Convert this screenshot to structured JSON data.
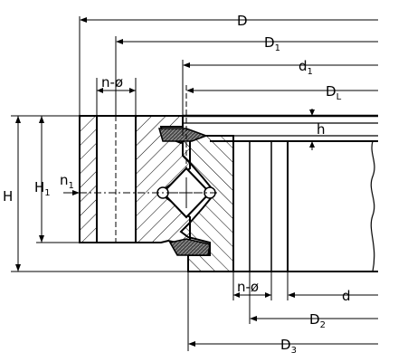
{
  "labels": {
    "D": {
      "main": "D",
      "sub": ""
    },
    "D1": {
      "main": "D",
      "sub": "1"
    },
    "d1": {
      "main": "d",
      "sub": "1"
    },
    "DL": {
      "main": "D",
      "sub": "L"
    },
    "h": {
      "main": "h",
      "sub": ""
    },
    "H": {
      "main": "H",
      "sub": ""
    },
    "H1": {
      "main": "H",
      "sub": "1"
    },
    "n1": {
      "main": "n",
      "sub": "1"
    },
    "n_phi_top": {
      "main": "n-ø",
      "sub": ""
    },
    "n_phi_bottom": {
      "main": "n-ø",
      "sub": ""
    },
    "d": {
      "main": "d",
      "sub": ""
    },
    "D2": {
      "main": "D",
      "sub": "2"
    },
    "D3": {
      "main": "D",
      "sub": "3"
    }
  },
  "colors": {
    "line": "#000000",
    "seal_fill": "#4a4a4a",
    "background": "#ffffff"
  }
}
